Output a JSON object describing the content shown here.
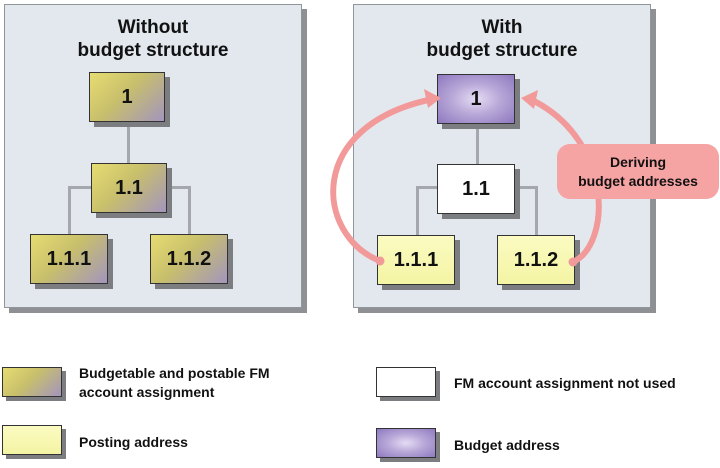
{
  "left_panel": {
    "title_line1": "Without",
    "title_line2": "budget structure",
    "nodes": {
      "root": "1",
      "mid": "1.1",
      "leaf_a": "1.1.1",
      "leaf_b": "1.1.2"
    }
  },
  "right_panel": {
    "title_line1": "With",
    "title_line2": "budget structure",
    "nodes": {
      "root": "1",
      "mid": "1.1",
      "leaf_a": "1.1.1",
      "leaf_b": "1.1.2"
    },
    "callout_line1": "Deriving",
    "callout_line2": "budget addresses"
  },
  "legend": {
    "budget_postable_line1": "Budgetable and postable FM",
    "budget_postable_line2": "account assignment",
    "posting_address": "Posting address",
    "not_used": "FM account assignment not used",
    "budget_address": "Budget address"
  },
  "colors": {
    "panel_bg": "#e3e8ee",
    "posting_address": "#f4f4a4",
    "budget_address": "#b8a8d8",
    "not_used": "#ffffff",
    "arrow": "#f29a9a",
    "connector": "#a4a8ac"
  }
}
